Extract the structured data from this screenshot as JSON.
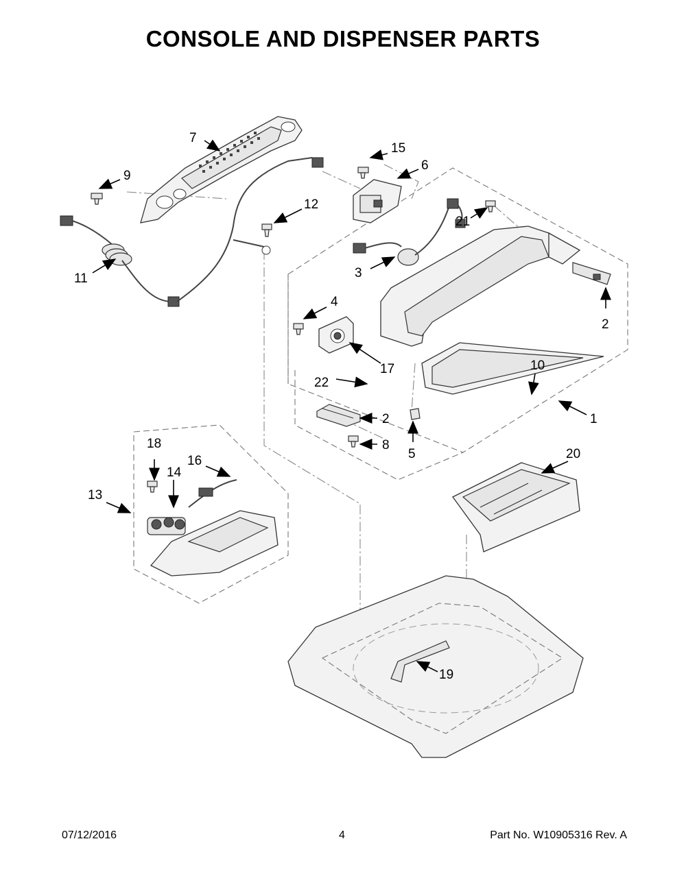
{
  "title": "CONSOLE AND DISPENSER PARTS",
  "footer": {
    "date": "07/12/2016",
    "page": "4",
    "part_number": "Part No.  W10905316  Rev.  A"
  },
  "callouts": {
    "c1": "1",
    "c2a": "2",
    "c2b": "2",
    "c3": "3",
    "c4": "4",
    "c5": "5",
    "c6": "6",
    "c7": "7",
    "c8": "8",
    "c9": "9",
    "c10": "10",
    "c11": "11",
    "c12": "12",
    "c13": "13",
    "c14": "14",
    "c15": "15",
    "c16": "16",
    "c17": "17",
    "c18": "18",
    "c19": "19",
    "c20": "20",
    "c21": "21",
    "c22": "22"
  }
}
